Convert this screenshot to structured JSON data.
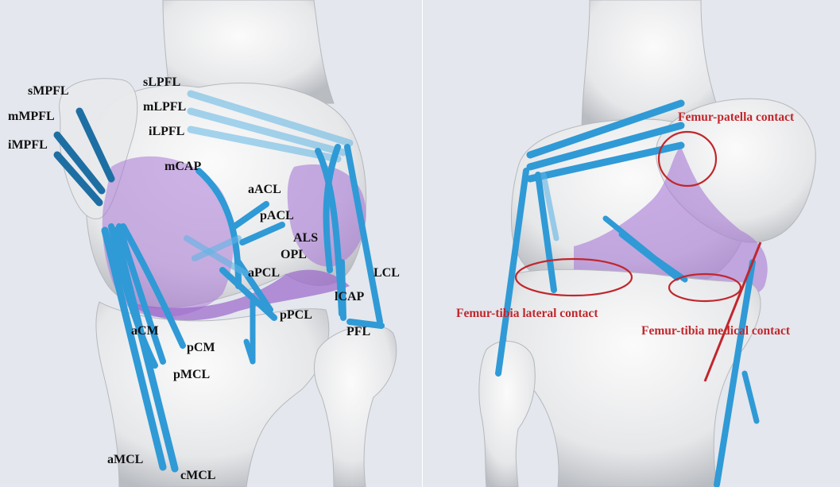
{
  "colors": {
    "background": "#e4e7ed",
    "bone": "#efefef",
    "bone_shade": "#c9cbcf",
    "ligament": "#2f9ad6",
    "ligament_dark": "#1d6fa3",
    "cartilage": "#a979d6",
    "contact_annotation": "#c0272d",
    "label_text": "#111111"
  },
  "left_view": {
    "labels": {
      "sMPFL": "sMPFL",
      "mMPFL": "mMPFL",
      "iMPFL": "iMPFL",
      "sLPFL": "sLPFL",
      "mLPFL": "mLPFL",
      "iLPFL": "iLPFL",
      "mCAP": "mCAP",
      "aACL": "aACL",
      "pACL": "pACL",
      "ALS": "ALS",
      "OPL": "OPL",
      "aPCL": "aPCL",
      "LCL": "LCL",
      "lCAP": "lCAP",
      "pPCL": "pPCL",
      "PFL": "PFL",
      "aCM": "aCM",
      "pCM": "pCM",
      "pMCL": "pMCL",
      "aMCL": "aMCL",
      "cMCL": "cMCL"
    }
  },
  "right_view": {
    "annotations": {
      "femur_patella": "Femur-patella contact",
      "femur_tibia_lateral": "Femur-tibia lateral contact",
      "femur_tibia_medial": "Femur-tibia medical contact"
    }
  }
}
